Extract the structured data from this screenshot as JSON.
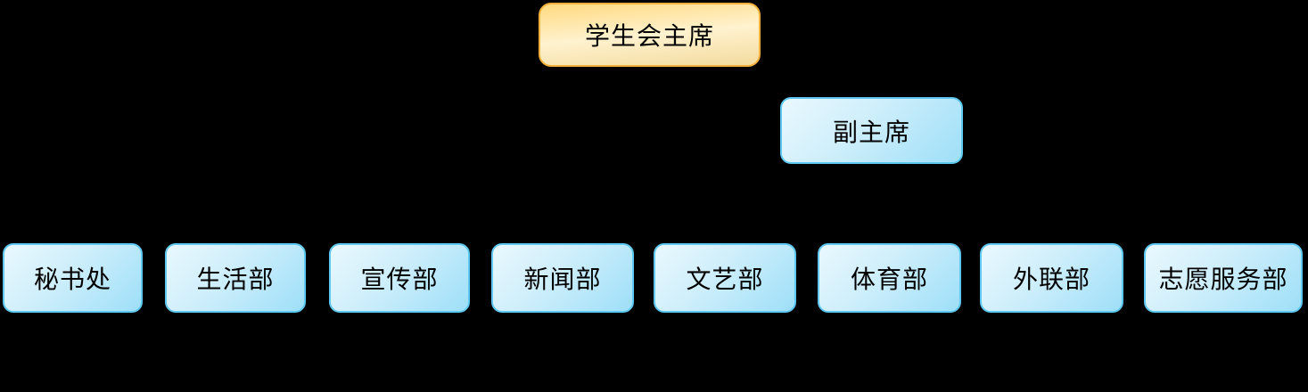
{
  "org_chart": {
    "type": "organization-chart",
    "nodes": {
      "president": {
        "label": "学生会主席",
        "level": 1
      },
      "vice_president": {
        "label": "副主席",
        "level": 2
      }
    },
    "departments": [
      {
        "label": "秘书处"
      },
      {
        "label": "生活部"
      },
      {
        "label": "宣传部"
      },
      {
        "label": "新闻部"
      },
      {
        "label": "文艺部"
      },
      {
        "label": "体育部"
      },
      {
        "label": "外联部"
      },
      {
        "label": "志愿服务部"
      }
    ],
    "colors": {
      "background": "#000000",
      "text": "#000000",
      "president_border": "#F2B13C",
      "president_fill_top": "#FFD97F",
      "president_fill_mid": "#FFF2CF",
      "president_fill_bottom": "#F3DB9E",
      "department_border": "#5FC8F0",
      "department_fill_light": "#EAF8FE",
      "department_fill_mid": "#CDEEFB",
      "department_fill_dark": "#9EDFF8"
    }
  }
}
